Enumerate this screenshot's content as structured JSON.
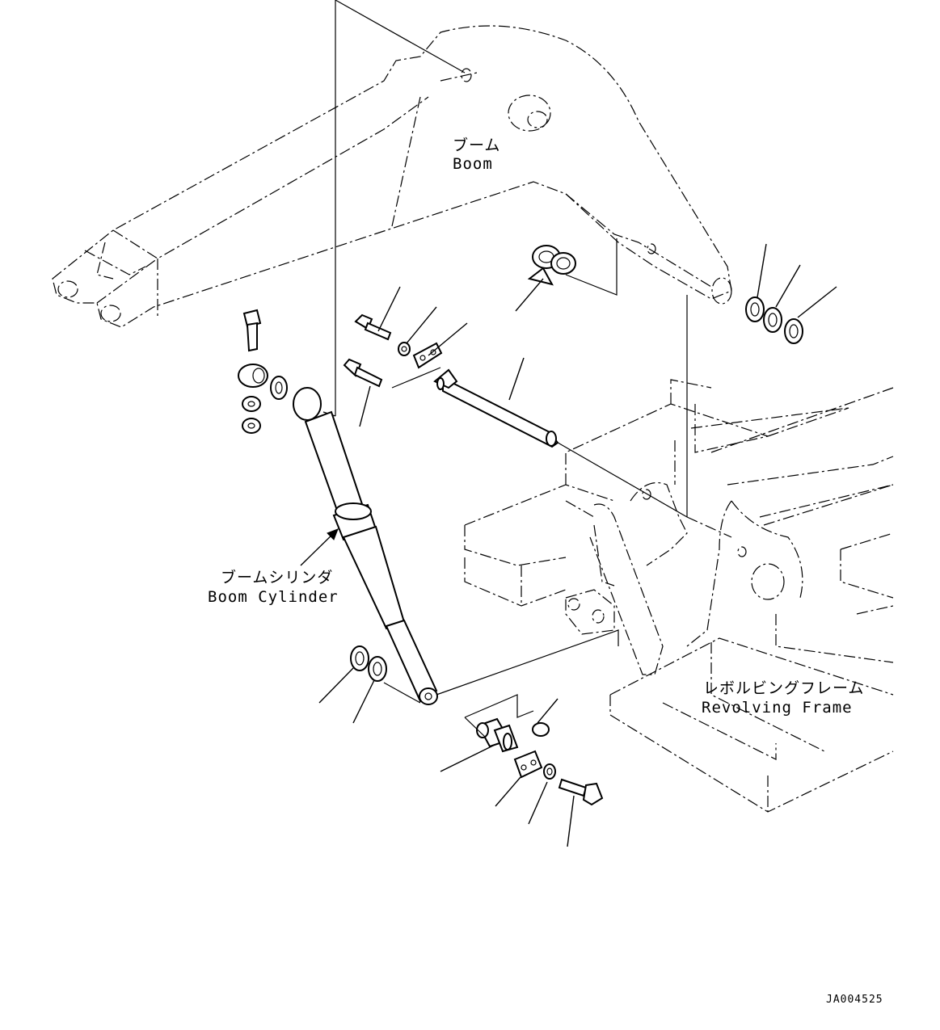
{
  "labels": {
    "boom_jp": "ブーム",
    "boom_en": "Boom",
    "cylinder_jp": "ブームシリンダ",
    "cylinder_en": "Boom Cylinder",
    "frame_jp": "レボルビングフレーム",
    "frame_en": "Revolving Frame"
  },
  "reference_code": "JA004525"
}
